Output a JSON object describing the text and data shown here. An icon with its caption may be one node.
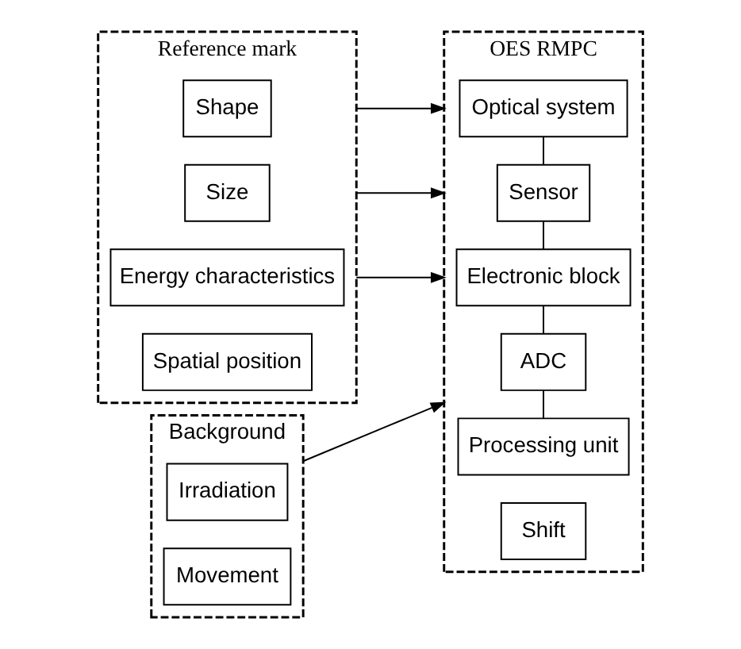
{
  "diagram": {
    "nodes": [
      {
        "text": [
          "Reference mark"
        ]
      },
      {
        "text": [
          "Shape"
        ],
        "in": 0
      },
      {
        "text": [
          "Size"
        ],
        "in": 0
      },
      {
        "text": [
          "Energy characteristics"
        ],
        "in": 0
      },
      {
        "text": [
          "Spatial position"
        ],
        "in": 0
      },
      {
        "text": [
          "Background"
        ]
      },
      {
        "text": [
          "Irradiation"
        ],
        "in": 5
      },
      {
        "text": [
          "Movement"
        ],
        "in": 5
      },
      {
        "text": [
          "OES RMPC"
        ]
      },
      {
        "text": [
          "Optical system"
        ],
        "in": 8
      },
      {
        "text": [
          "Sensor"
        ],
        "in": 8
      },
      {
        "text": [
          "Electronic block"
        ],
        "in": 8
      },
      {
        "text": [
          "ADC"
        ],
        "in": 8
      },
      {
        "text": [
          "Processing unit"
        ],
        "in": 8
      },
      {
        "text": [
          "Shift"
        ],
        "in": 8
      }
    ],
    "edges": [
      {
        "from": 0,
        "to": 8,
        "arrow": "to"
      },
      {
        "from": 0,
        "to": 8,
        "arrow": "to"
      },
      {
        "from": 0,
        "to": 8,
        "arrow": "to"
      },
      {
        "from": 9,
        "to": 10,
        "arrow": "none"
      },
      {
        "from": 10,
        "to": 11,
        "arrow": "none"
      },
      {
        "from": 11,
        "to": 12,
        "arrow": "none"
      },
      {
        "from": 12,
        "to": 13,
        "arrow": "none"
      },
      {
        "from": 5,
        "to": 8,
        "arrow": "to"
      }
    ]
  }
}
